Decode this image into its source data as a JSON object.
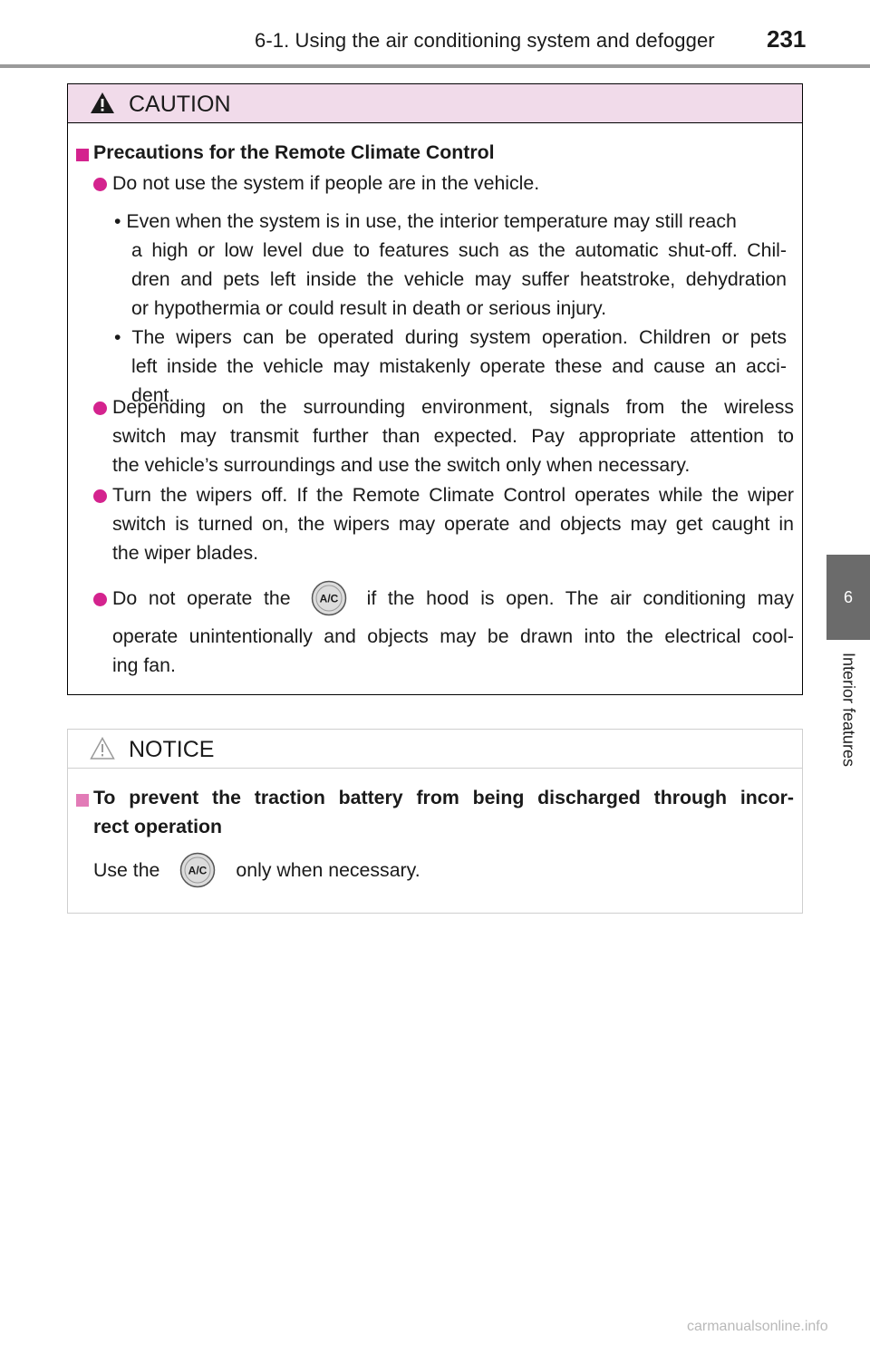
{
  "header": {
    "title": "6-1. Using the air conditioning system and defogger",
    "page_number": "231"
  },
  "side_tab": {
    "number": "6",
    "label": "Interior features"
  },
  "caution": {
    "label": "CAUTION",
    "section_title": "Precautions for the Remote Climate Control",
    "b1": "Do not use the system if people are in the vehicle.",
    "s1_l1": "• Even when the system is in use, the interior temperature may still reach",
    "s1_l2": "a high or low level due to features such as the automatic shut-off. Chil-",
    "s1_l3": "dren and pets left inside the vehicle may suffer heatstroke, dehydration",
    "s1_l4": "or hypothermia or could result in death or serious injury.",
    "s2_l1": "• The wipers can be operated during system operation. Children or pets",
    "s2_l2": "left inside the vehicle may mistakenly operate these and cause an acci-",
    "s2_l3": "dent.",
    "b2_l1": "Depending on the surrounding environment, signals from the wireless",
    "b2_l2": "switch may transmit further than expected. Pay appropriate attention to",
    "b2_l3": "the vehicle’s surroundings and use the switch only when necessary.",
    "b3_l1": "Turn the wipers off. If the Remote Climate Control operates while the wiper",
    "b3_l2": "switch is turned on, the wipers may operate and objects may get caught in",
    "b3_l3": "the wiper blades.",
    "b4_pre": "Do not operate the",
    "b4_post": "if the hood is open. The air conditioning may",
    "b4_l2": "operate unintentionally and objects may be drawn into the electrical cool-",
    "b4_l3": "ing fan."
  },
  "notice": {
    "label": "NOTICE",
    "title_l1": "To prevent the traction battery from being discharged through incor-",
    "title_l2": "rect operation",
    "use_pre": "Use the",
    "use_post": "only when necessary."
  },
  "ac_button_label": "A/C",
  "watermark": "carmanualsonline.info",
  "colors": {
    "accent": "#d4238e",
    "caution_header": "#f1dbea",
    "tab": "#6b6b6b"
  }
}
